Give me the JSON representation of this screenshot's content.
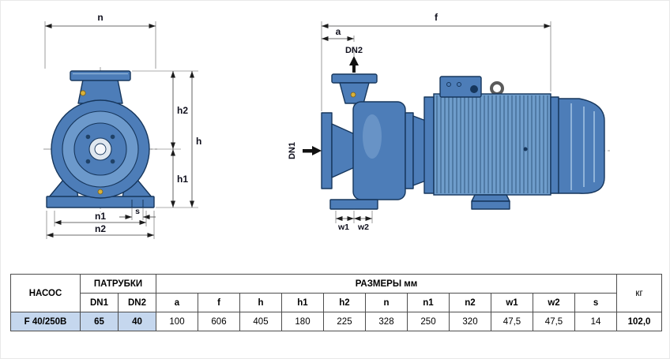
{
  "drawing": {
    "front_view": {
      "n": "n",
      "h2": "h2",
      "h": "h",
      "h1": "h1",
      "s": "s",
      "n1": "n1",
      "n2": "n2"
    },
    "side_view": {
      "f": "f",
      "a": "a",
      "dn1": "DN1",
      "dn2": "DN2",
      "w1": "w1",
      "w2": "w2"
    }
  },
  "colors": {
    "pump_blue": "#4d7db8",
    "pump_dark_outline": "#16365c",
    "pump_light": "#6c99cb",
    "row_highlight": "#c5d7ee",
    "brass_plug": "#d9b23a"
  },
  "table": {
    "header": {
      "pump": "НАСОС",
      "ports": "ПАТРУБКИ",
      "dimensions": "РАЗМЕРЫ мм",
      "weight": "кг",
      "port_cols": [
        "DN1",
        "DN2"
      ],
      "dim_cols": [
        "a",
        "f",
        "h",
        "h1",
        "h2",
        "n",
        "n1",
        "n2",
        "w1",
        "w2",
        "s"
      ]
    },
    "rows": [
      {
        "pump": "F 40/250B",
        "dn1": "65",
        "dn2": "40",
        "values": [
          "100",
          "606",
          "405",
          "180",
          "225",
          "328",
          "250",
          "320",
          "47,5",
          "47,5",
          "14"
        ],
        "weight": "102,0"
      }
    ]
  }
}
